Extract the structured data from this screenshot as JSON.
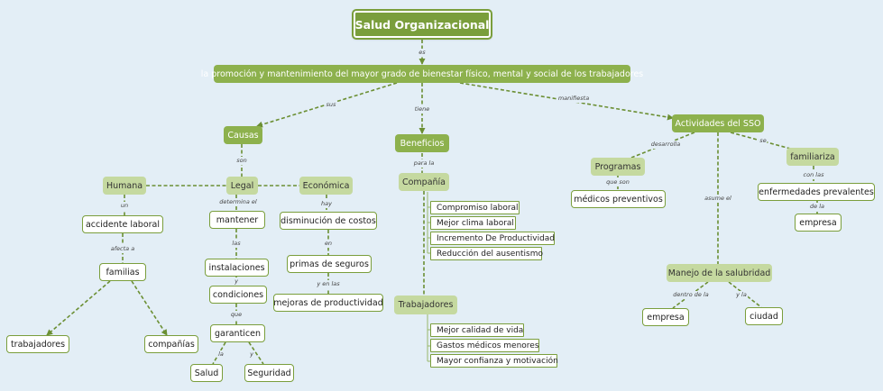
{
  "root": "Salud Organizacional",
  "definition": "la promoción y mantenimiento del mayor grado de bienestar físico, mental y social de los trabajadores",
  "links": {
    "es": "es",
    "sus": "sus",
    "tiene": "tiene",
    "manifiesta": "manifiesta",
    "son": "son",
    "un": "un",
    "afecta_a": "afecta a",
    "determina_el": "determina el",
    "las": "las",
    "y": "y",
    "que": "que",
    "la": "la",
    "y2": "y",
    "hay": "hay",
    "en": "en",
    "y_en_las": "y en las",
    "para_la": "para la",
    "desarrolla": "desarrolla",
    "que_son": "que son",
    "se": "se",
    "con_las": "con las",
    "de_la": "de la",
    "asume_el": "asume el",
    "dentro_de_la": "dentro  de la",
    "y_la": "y la"
  },
  "causas": {
    "title": "Causas",
    "humana": "Humana",
    "legal": "Legal",
    "economica": "Económica",
    "accidente": "accidente laboral",
    "familias": "familias",
    "trabajadores": "trabajadores",
    "companias": "compañías",
    "mantener": "mantener",
    "instalaciones": "instalaciones",
    "condiciones": "condiciones",
    "garanticen": "garanticen",
    "salud": "Salud",
    "seguridad": "Seguridad",
    "disminucion": "disminución de costos",
    "primas": "primas de seguros",
    "mejoras": "mejoras de productividad"
  },
  "beneficios": {
    "title": "Beneficios",
    "compania": "Compañía",
    "compania_items": [
      "Compromiso laboral",
      "Mejor clima laboral",
      "Incremento De Productividad",
      "Reducción del ausentismo"
    ],
    "trabajadores": "Trabajadores",
    "trabajadores_items": [
      "Mejor calidad de vida",
      "Gastos médicos menores",
      "Mayor confianza y motivación"
    ]
  },
  "actividades": {
    "title": "Actividades del SSO",
    "programas": "Programas",
    "medicos": "médicos preventivos",
    "familiariza": "familiariza",
    "enfermedades": "enfermedades prevalentes",
    "empresa": "empresa",
    "manejo": "Manejo de la salubridad",
    "empresa2": "empresa",
    "ciudad": "ciudad"
  }
}
